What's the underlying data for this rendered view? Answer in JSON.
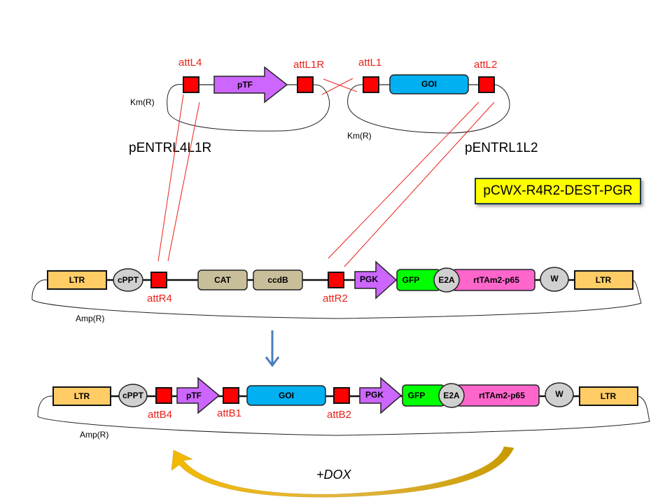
{
  "title": "pCWX-R4R2-DEST-PGR",
  "colors": {
    "att_site": "#ff0000",
    "promoter": "#cc66ff",
    "goi": "#00b0f0",
    "ltr": "#ffcc66",
    "cppt": "#d0d0d0",
    "cat_ccdb": "#c8bf9a",
    "gfp": "#00ff00",
    "rtta": "#ff66cc",
    "recombination_lines": "#e8221a",
    "down_arrow": "#4a7ebb",
    "dox_arrow": "#e6a800"
  },
  "entry_vectors": [
    {
      "name": "pENTRL4L1R",
      "resistance": "Km(R)",
      "sites": [
        "attL4",
        "attL1R"
      ],
      "element": "pTF"
    },
    {
      "name": "pENTRL1L2",
      "resistance": "Km(R)",
      "sites": [
        "attL1",
        "attL2"
      ],
      "element": "GOI"
    }
  ],
  "destination_vector": {
    "resistance": "Amp(R)",
    "elements": {
      "ltr5": "LTR",
      "cppt": "cPPT",
      "attR4": "attR4",
      "cat": "CAT",
      "ccdb": "ccdB",
      "attR2": "attR2",
      "pgk": "PGK",
      "gfp": "GFP",
      "e2a": "E2A",
      "rtta": "rtTAm2-p65",
      "w": "W",
      "ltr3": "LTR"
    }
  },
  "expression_vector": {
    "resistance": "Amp(R)",
    "elements": {
      "ltr5": "LTR",
      "cppt": "cPPT",
      "attB4": "attB4",
      "ptf": "pTF",
      "attB1": "attB1",
      "goi": "GOI",
      "attB2": "attB2",
      "pgk": "PGK",
      "gfp": "GFP",
      "e2a": "E2A",
      "rtta": "rtTAm2-p65",
      "w": "W",
      "ltr3": "LTR"
    }
  },
  "induction_label": "+DOX"
}
